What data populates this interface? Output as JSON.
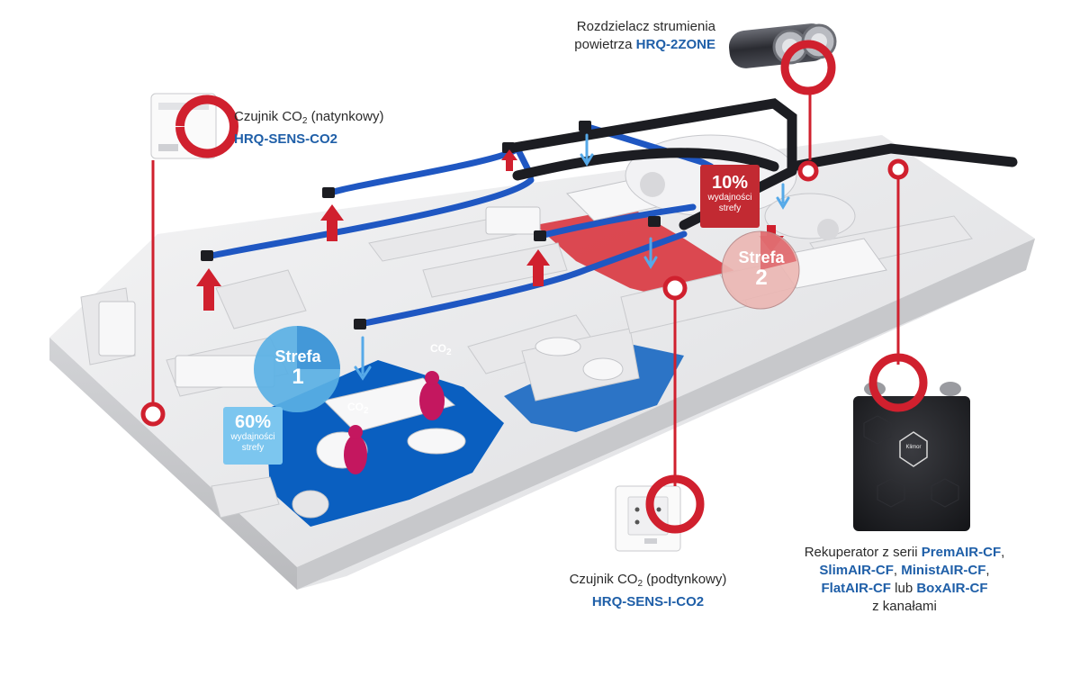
{
  "colors": {
    "accent_red": "#d0202e",
    "duct_blue": "#1f57c2",
    "zone_blue": "#0a5fc0",
    "zone_red": "#d9363f",
    "duct_black": "#1c1d22",
    "model_text": "#1f5fa8"
  },
  "labels": {
    "sensor_wall": {
      "name": "Czujnik CO",
      "sub": "2",
      "suffix": " (natynkowy)",
      "model": "HRQ-SENS-CO2"
    },
    "splitter": {
      "line1": "Rozdzielacz strumienia",
      "line2_prefix": "powietrza ",
      "model": "HRQ-2ZONE"
    },
    "sensor_flush": {
      "name": "Czujnik CO",
      "sub": "2",
      "suffix": " (podtynkowy)",
      "model": "HRQ-SENS-I-CO2"
    },
    "recuperator": {
      "line1_prefix": "Rekuperator z serii ",
      "m1": "PremAIR-CF",
      "comma1": ",",
      "m2": "SlimAIR-CF",
      "comma2": ", ",
      "m3": "MinistAIR-CF",
      "comma3": ",",
      "m4": "FlatAIR-CF",
      "lub": " lub ",
      "m5": "BoxAIR-CF",
      "line4": "z kanałami"
    }
  },
  "zones": {
    "zone1": {
      "word": "Strefa",
      "number": "1",
      "percent": "60%",
      "caption1": "wydajności",
      "caption2": "strefy"
    },
    "zone2": {
      "word": "Strefa",
      "number": "2",
      "percent": "10%",
      "caption1": "wydajności",
      "caption2": "strefy"
    }
  },
  "co2_markers": [
    {
      "text": "CO",
      "sub": "2"
    },
    {
      "text": "CO",
      "sub": "2"
    }
  ],
  "device_brand": "Klimor"
}
